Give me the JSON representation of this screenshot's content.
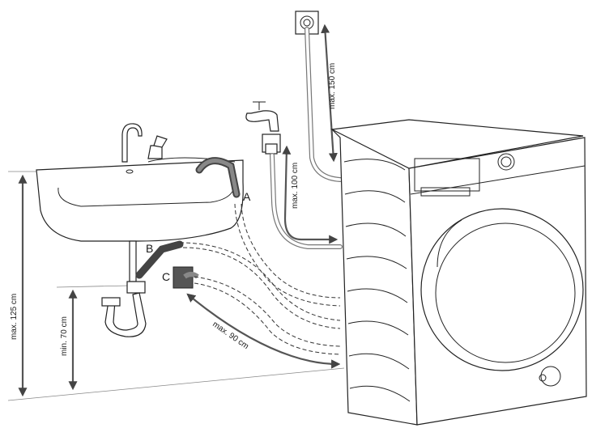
{
  "labels": {
    "max_150": "max. 150 cm",
    "max_100": "max. 100 cm",
    "max_125": "max. 125 cm",
    "min_70": "min. 70 cm",
    "max_90": "max. 90 cm",
    "point_a": "A",
    "point_b": "B",
    "point_c": "C"
  },
  "colors": {
    "line": "#222222",
    "hose": "#777777",
    "arrow": "#555555",
    "dark_hose": "#444444"
  }
}
